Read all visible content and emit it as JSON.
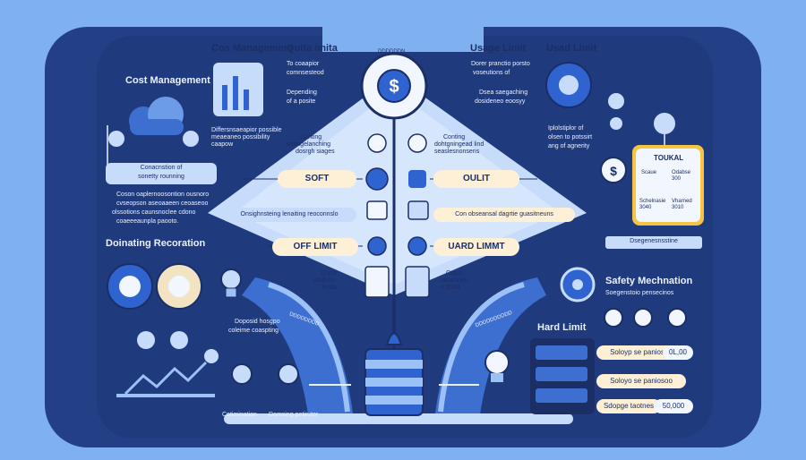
{
  "colors": {
    "background": "#7fb0f0",
    "navy": "#233f85",
    "deep_navy": "#1b2f66",
    "mid_blue": "#3d6fd1",
    "pale_blue": "#c7dcfb",
    "cream": "#fdf0d7",
    "accent_yellow": "#f5c542"
  },
  "icons": [
    "dollar-icon",
    "cloud-icon",
    "bar-chart-icon",
    "donut-chart-icon",
    "lightbulb-icon",
    "gear-icon",
    "server-stack-icon",
    "wallet-icon",
    "line-chart-icon",
    "document-icon",
    "database-icon"
  ],
  "header": {
    "cost_management_top": "Cos Management",
    "quota_limits": "Quita imita",
    "usage_limit": "Usage Limit",
    "used_limit": "Usad Limit",
    "center_badge": "DDDDDDN"
  },
  "left": {
    "section_title": "Cost Management",
    "chart_note": "Differsnsaeapior possible meaeaneo possibility caapow",
    "note_top_1": "To coaapior",
    "note_top_2": "comnsesteod",
    "note_depends_1": "Depending",
    "note_depends_2": "of a posite",
    "banner_1": "Conacnstion of",
    "banner_2": "sonetty rounning",
    "para_1": "Coson oaplernoosontion ousnoro",
    "para_2": "cvseopson aseoaaeen ceoaseoo",
    "para_3": "olssotions caunsnoclee cdono",
    "para_4": "coaeeeaunpla paooto.",
    "recommendations_title": "Doinating Recoration",
    "bulb_note_1": "Doposid hosgpo",
    "bulb_note_2": "coleime coaspting",
    "label_a": "Cotimination",
    "label_b": "Domsing petirutor"
  },
  "center": {
    "left_note_1": "Conting",
    "left_note_2": "inmagelanching",
    "left_note_3": "dosrgh siages",
    "right_note_1": "Conting",
    "right_note_2": "dohtgningead lind",
    "right_note_3": "seaslesnonsens",
    "soft_label": "SOFT",
    "ouilt_label": "OULIT",
    "bar_left": "Onsighnsteing lenaiting reoconnslo",
    "bar_right": "Con obseansal dagrtie guasitneuns",
    "off_limit": "OFF LIMIT",
    "hard_limit_pill": "UARD LIMMT",
    "bottom_left_1": "Copst",
    "bottom_left_2": "untilnint",
    "bottom_left_3": "limits",
    "bottom_right_1": "Copst",
    "bottom_right_2": "ianastnen",
    "bottom_right_3": "4,9000",
    "ribbon_left": "DDDDDDDD",
    "ribbon_right": "DDDDDDDDDD"
  },
  "right": {
    "usage_note_1": "Dorer pranctio porsto",
    "usage_note_2": "voseutions of",
    "usage_note_3": "Dsea saegaching",
    "usage_note_4": "dosideneo eoosyy",
    "donut_note_1": "Iplolstiplor of",
    "donut_note_2": "olsen to potssirt",
    "donut_note_3": "ang of agnerity",
    "card_title": "TOUKAL",
    "card_c1_top": "Scaue",
    "card_c1_bottom": "Schelnasie 3040",
    "card_c2_top": "Odabse 300",
    "card_c2_bottom": "Vharned 3010",
    "card_caption": "Dsegenesnsstine",
    "safety_title": "Safety Mechnation",
    "safety_sub": "Soegenstoio pensecinos",
    "hard_limit_title": "Hard Limit",
    "rows": [
      {
        "label": "Soloyp se paniosoo",
        "value": "0L,00"
      },
      {
        "label": "Soloyo se paniosoo",
        "value": ""
      },
      {
        "label": "Sdopge taotnes",
        "value": "50,000"
      }
    ]
  }
}
